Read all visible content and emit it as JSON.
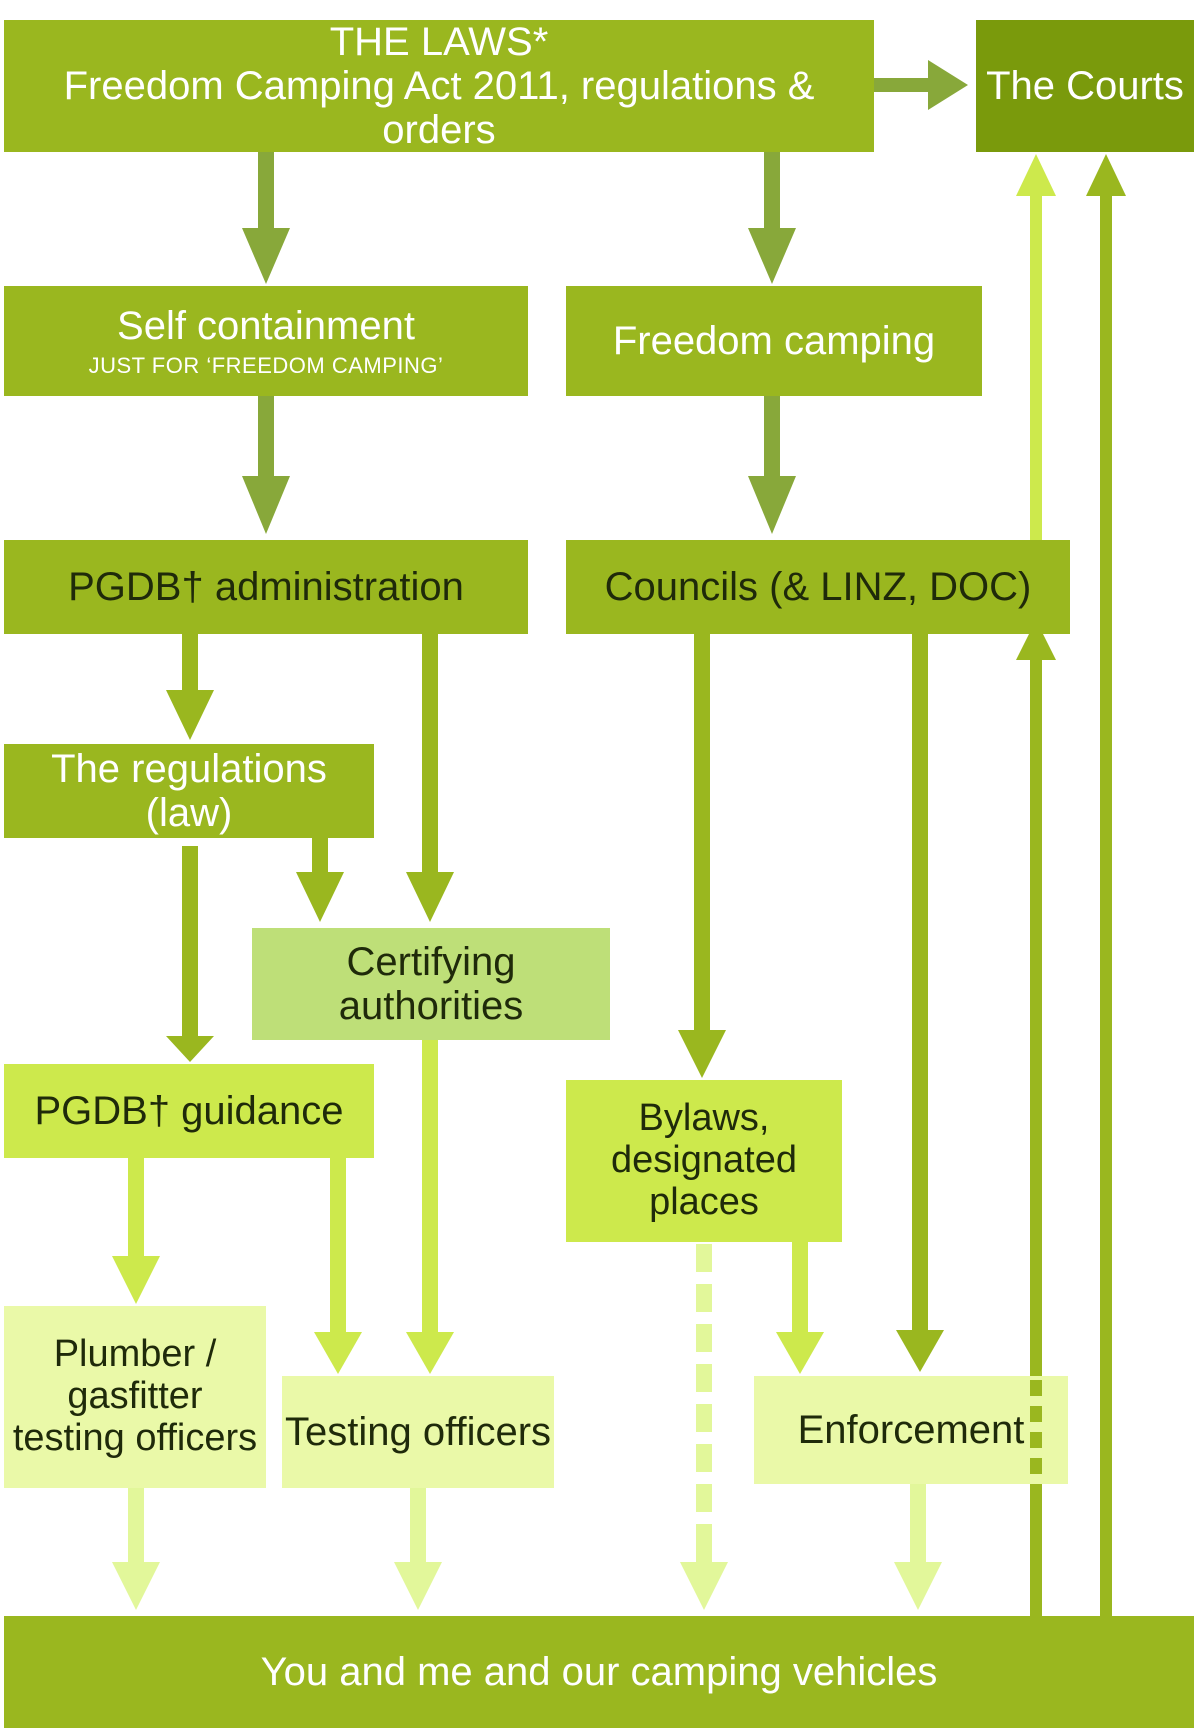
{
  "boxes": {
    "laws": {
      "line1": "THE LAWS*",
      "line2": "Freedom Camping Act 2011, regulations & orders"
    },
    "courts": {
      "label": "The Courts"
    },
    "self_containment": {
      "label": "Self containment",
      "sub": "JUST FOR ‘FREEDOM CAMPING’"
    },
    "freedom_camping": {
      "label": "Freedom camping"
    },
    "pgdb_admin": {
      "label": "PGDB† administration"
    },
    "councils": {
      "label": "Councils (& LINZ, DOC)"
    },
    "regulations": {
      "label": "The regulations (law)"
    },
    "certifying": {
      "label": "Certifying authorities"
    },
    "pgdb_guidance": {
      "label": "PGDB† guidance"
    },
    "bylaws": {
      "line1": "Bylaws,",
      "line2": "designated",
      "line3": "places"
    },
    "plumber": {
      "line1": "Plumber /",
      "line2": "gasfitter",
      "line3": "testing officers"
    },
    "testing": {
      "label": "Testing officers"
    },
    "enforcement": {
      "label": "Enforcement"
    },
    "you_and_me": {
      "label": "You and me and our camping vehicles"
    }
  },
  "colors": {
    "level0": "#7a9a0c",
    "level1": "#9ab71f",
    "level2": "#bedf78",
    "level3": "#cde94c",
    "level4": "#eaf9a8",
    "arrow_dark": "#88a83a",
    "arrow_light": "#e2f79a"
  }
}
